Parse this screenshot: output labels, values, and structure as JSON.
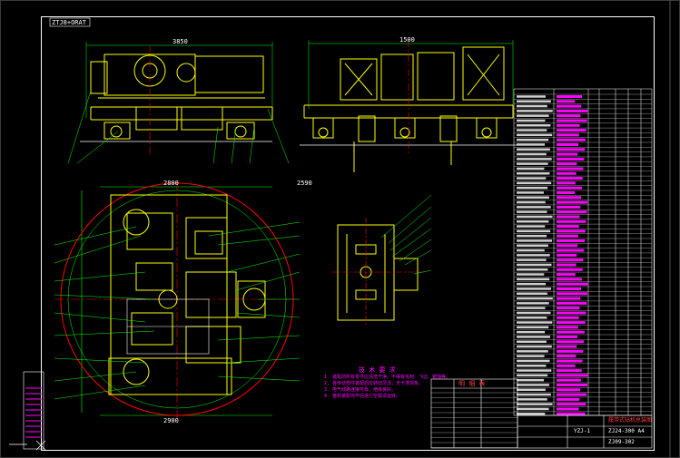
{
  "drawing": {
    "corner_tag": "ZTJ8+ORAT",
    "top_dims": [
      "3850",
      "1500",
      "2590"
    ],
    "plan_dims": [
      "2800",
      "2900"
    ],
    "title_block": {
      "line1": "履带式钻机总装图",
      "line2": "YZJ-1",
      "line3": "ZJ24-300 A4",
      "line4": "ZJ09-302"
    },
    "notes_title": "技 术 要 求",
    "notes": [
      "1. 装配前所有零件应清洗干净，不得有毛刺、飞边、锈蚀等。",
      "2. 各传动部件装配后应转动灵活，无卡滞现象。",
      "3. 电气线路连接可靠，绝缘良好。",
      "4. 整机装配完毕后进行空载试运转。"
    ],
    "parts_header": "明 细 表"
  },
  "colors": {
    "background": "#000000",
    "frame": "#ffffff",
    "outline": "#ffff00",
    "centerline": "#ff0000",
    "dimension": "#00ff00",
    "leader": "#00ff00",
    "table": "#ffffff",
    "note_text": "#ff00ff",
    "table_accent": "#ff00ff"
  }
}
